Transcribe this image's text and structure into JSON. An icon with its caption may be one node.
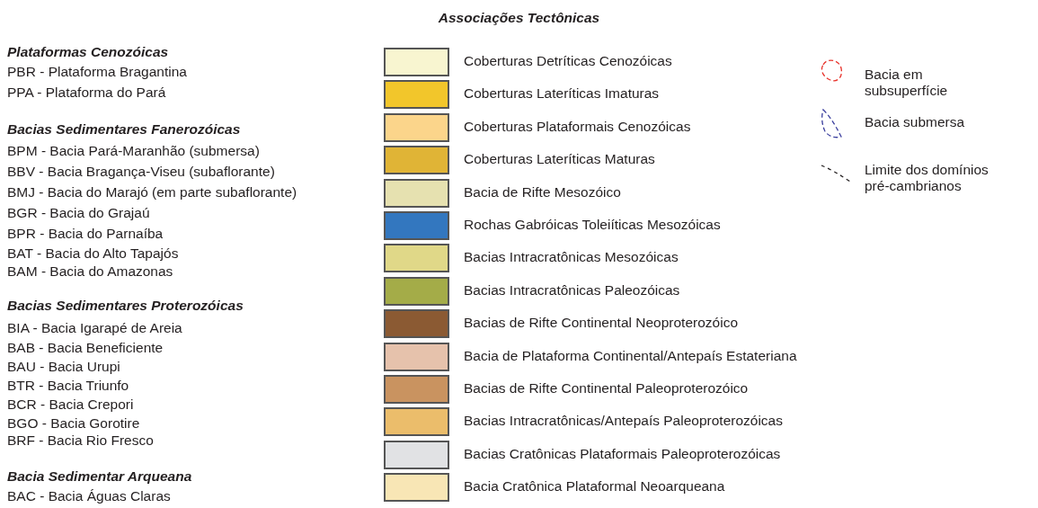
{
  "diagram": {
    "title": "Associações Tectônicas",
    "labels": [
      "Plataformas Cenozóicas",
      "PBR - Plataforma Bragantina",
      "PPA - Plataforma do Pará",
      "Bacias Sedimentares Fanerozóicas",
      "BPM - Bacia Pará-Maranhão (submersa)",
      "BBV - Bacia Bragança-Viseu (subaflorante)",
      "BMJ - Bacia do Marajó (em parte subaflorante)",
      "BGR - Bacia do Grajaú",
      "BPR - Bacia do Parnaíba",
      "BAT - Bacia do Alto Tapajós",
      "BAM - Bacia do Amazonas",
      "Bacias Sedimentares Proterozóicas",
      "BIA - Bacia Igarapé de Areia",
      "BAB - Bacia Beneficiente",
      "BAU - Bacia Urupi",
      "BTR - Bacia Triunfo",
      "BCR - Bacia Crepori",
      "BGO - Bacia Gorotire",
      "BRF - Bacia Rio Fresco",
      "Bacia Sedimentar Arqueana",
      "BAC - Bacia Águas Claras"
    ],
    "legend": [
      {
        "text": "Coberturas Detríticas Cenozóicas",
        "color": "#f8f5d0"
      },
      {
        "text": "Coberturas Lateríticas Imaturas",
        "color": "#f2c62b"
      },
      {
        "text": "Coberturas Plataformais Cenozóicas",
        "color": "#fbd58b"
      },
      {
        "text": "Coberturas Lateríticas Maturas",
        "color": "#e0b436"
      },
      {
        "text": "Bacia de Rifte Mesozóico",
        "color": "#e6e1b0"
      },
      {
        "text": "Rochas Gabróicas Toleiíticas Mesozóicas",
        "color": "#3377bf"
      },
      {
        "text": "Bacias Intracratônicas Mesozóicas",
        "color": "#e0d888"
      },
      {
        "text": "Bacias Intracratônicas Paleozóicas",
        "color": "#a4ac48"
      },
      {
        "text": "Bacias de Rifte Continental Neoproterozóico",
        "color": "#8b5a33"
      },
      {
        "text": "Bacia de Plataforma Continental/Antepaís Estateriana",
        "color": "#e6c2ac"
      },
      {
        "text": "Bacias de Rifte Continental Paleoproterozóico",
        "color": "#c99360"
      },
      {
        "text": "Bacias Intracratônicas/Antepaís Paleoproterozóicas",
        "color": "#ebbd6b"
      },
      {
        "text": "Bacias Cratônicas Plataformais Paleoproterozóicas",
        "color": "#e1e2e4"
      },
      {
        "text": "Bacia Cratônica Plataformal Neoarqueana",
        "color": "#f8e6b5"
      },
      {
        "text": "Bacia em subsuperfície"
      },
      {
        "text": "Bacia submersa"
      },
      {
        "text": "Limite dos domínios pré-cambrianos"
      }
    ]
  }
}
